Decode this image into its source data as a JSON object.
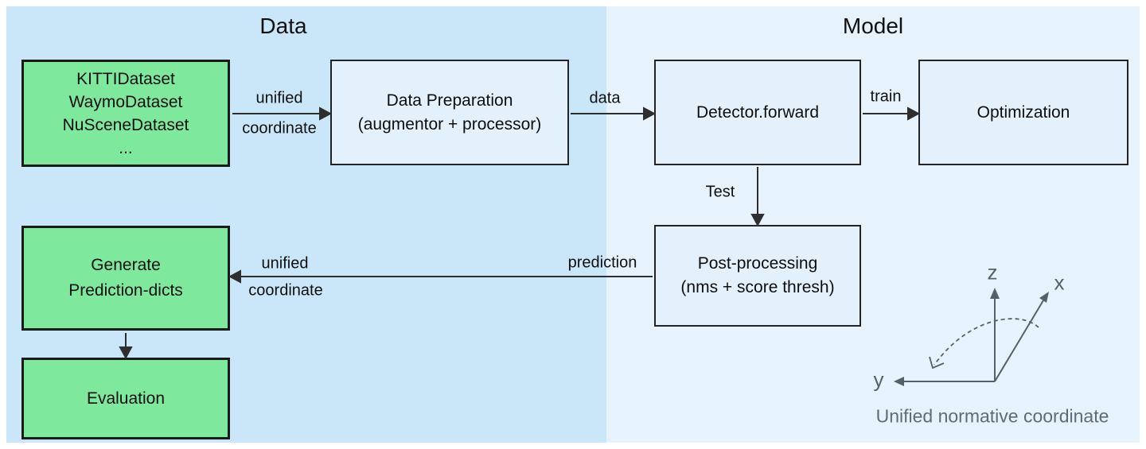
{
  "colors": {
    "data_panel_bg": "#c9e7f8",
    "model_panel_bg": "#e7f3fc",
    "green_node_fill": "#7ee89d",
    "light_node_fill": "#e3f1fc",
    "node_border": "#1a1a1a",
    "arrow": "#2e2e2e",
    "axes_gray": "#56606a"
  },
  "sections": {
    "data": {
      "title": "Data"
    },
    "model": {
      "title": "Model"
    }
  },
  "nodes": {
    "datasets": {
      "lines": [
        "KITTIDataset",
        "WaymoDataset",
        "NuSceneDataset",
        "..."
      ]
    },
    "data_preparation": {
      "line1": "Data Preparation",
      "line2": "(augmentor + processor)"
    },
    "detector_forward": {
      "label": "Detector.forward"
    },
    "optimization": {
      "label": "Optimization"
    },
    "post_processing": {
      "line1": "Post-processing",
      "line2": "(nms + score thresh)"
    },
    "generate_prediction": {
      "line1": "Generate",
      "line2": "Prediction-dicts"
    },
    "evaluation": {
      "label": "Evaluation"
    }
  },
  "edges": {
    "unified_coordinate_top": {
      "line1": "unified",
      "line2": "coordinate"
    },
    "data": {
      "label": "data"
    },
    "train": {
      "label": "train"
    },
    "test": {
      "label": "Test"
    },
    "prediction": {
      "label": "prediction"
    },
    "unified_coordinate_bottom": {
      "line1": "unified",
      "line2": "coordinate"
    }
  },
  "axes_figure": {
    "z_label": "z",
    "x_label": "x",
    "y_label": "y",
    "caption": "Unified normative coordinate"
  }
}
